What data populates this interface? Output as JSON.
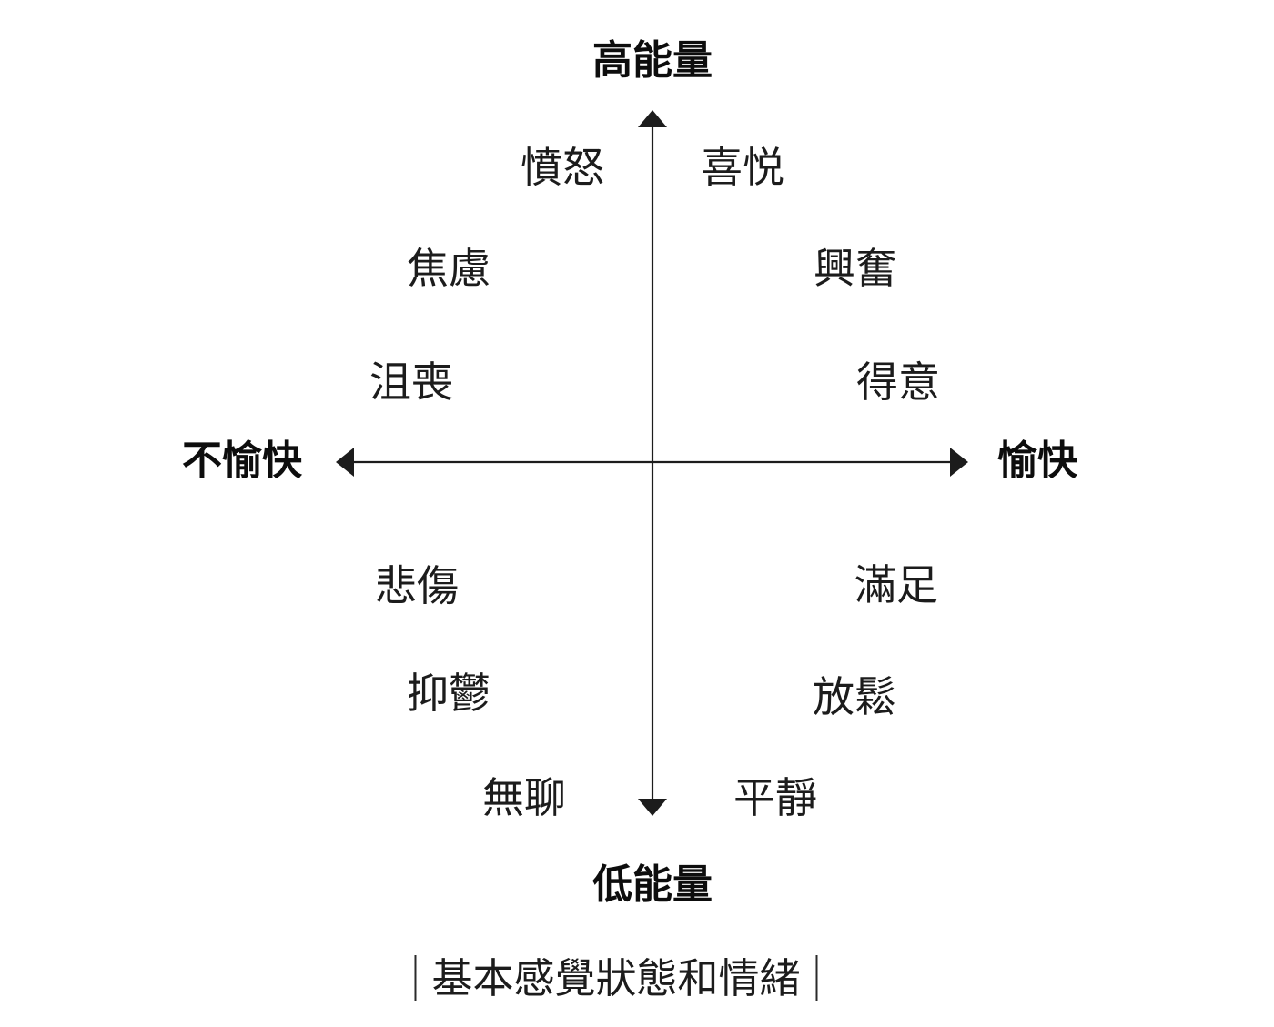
{
  "diagram": {
    "caption": "基本感覺狀態和情緒",
    "axes": {
      "vertical": {
        "top": "高能量",
        "bottom": "低能量"
      },
      "horizontal": {
        "left": "不愉快",
        "right": "愉快"
      }
    },
    "quadrants": {
      "top_left": [
        "憤怒",
        "焦慮",
        "沮喪"
      ],
      "top_right": [
        "喜悦",
        "興奮",
        "得意"
      ],
      "bottom_left": [
        "悲傷",
        "抑鬱",
        "無聊"
      ],
      "bottom_right": [
        "滿足",
        "放鬆",
        "平靜"
      ]
    },
    "colors": {
      "ink": "#1c1c1c",
      "background": "#ffffff"
    }
  }
}
